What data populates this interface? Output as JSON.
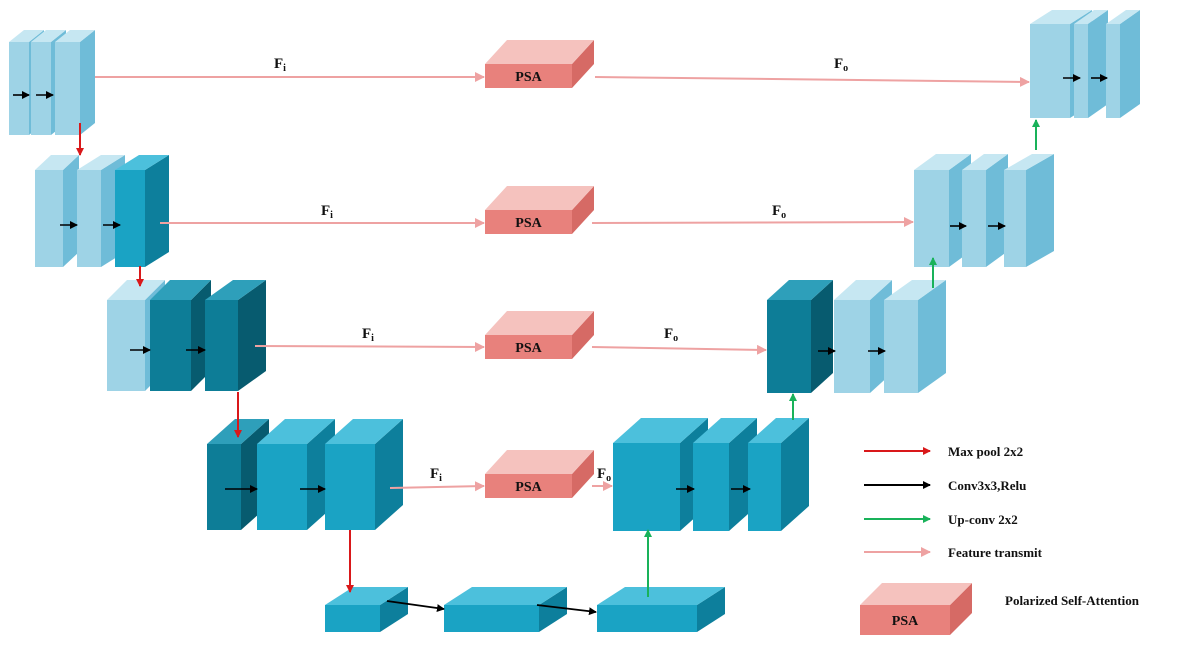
{
  "labels": {
    "fi": "F",
    "fi_sub": "i",
    "fo": "F",
    "fo_sub": "o",
    "psa": "PSA"
  },
  "legend": {
    "max_pool": "Max pool 2x2",
    "conv": "Conv3x3,Relu",
    "up_conv": "Up-conv 2x2",
    "feature_transmit": "Feature transmit",
    "psa_block": "PSA",
    "psa_desc": "Polarized Self-Attention"
  },
  "colors": {
    "light_front": "#9ed3e6",
    "light_top": "#c6e7f2",
    "light_side": "#6fbcd8",
    "mid_front": "#1aa3c4",
    "mid_top": "#4cc0dc",
    "mid_side": "#0d7f9c",
    "dark_front": "#0d7d97",
    "dark_top": "#2e9fba",
    "dark_side": "#075b6f",
    "psa_front": "#e8817c",
    "psa_top": "#f5c2be",
    "psa_side": "#d66a65",
    "max_pool_arrow": "#d9181a",
    "conv_arrow": "#000000",
    "up_conv_arrow": "#19b25a",
    "transmit_arrow": "#eea2a2"
  }
}
